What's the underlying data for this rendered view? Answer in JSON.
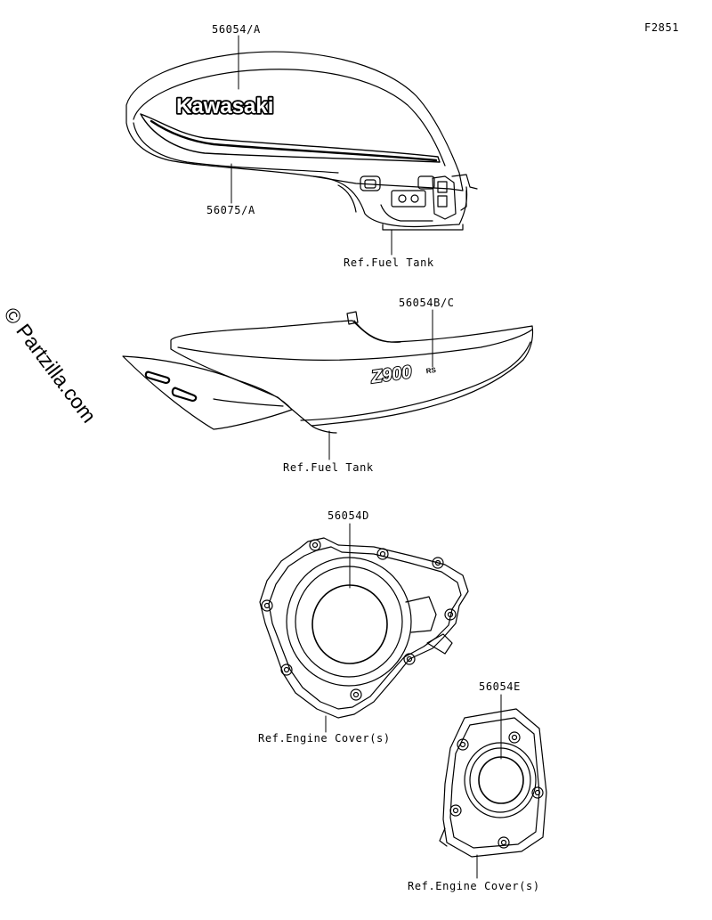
{
  "figure_code": "F2851",
  "watermark": "© Partzilla.com",
  "tank_logo_text": "Kawasaki",
  "side_logo_text": "Z900",
  "side_logo_suffix": "RS",
  "callouts": {
    "tank_emblem": "56054/A",
    "tank_stripe": "56075/A",
    "ref_fuel_tank_1": "Ref.Fuel Tank",
    "side_emblem": "56054B/C",
    "ref_fuel_tank_2": "Ref.Fuel Tank",
    "engine_cover_emblem": "56054D",
    "ref_engine_cover_1": "Ref.Engine Cover(s)",
    "engine_cover_emblem_small": "56054E",
    "ref_engine_cover_2": "Ref.Engine Cover(s)"
  }
}
